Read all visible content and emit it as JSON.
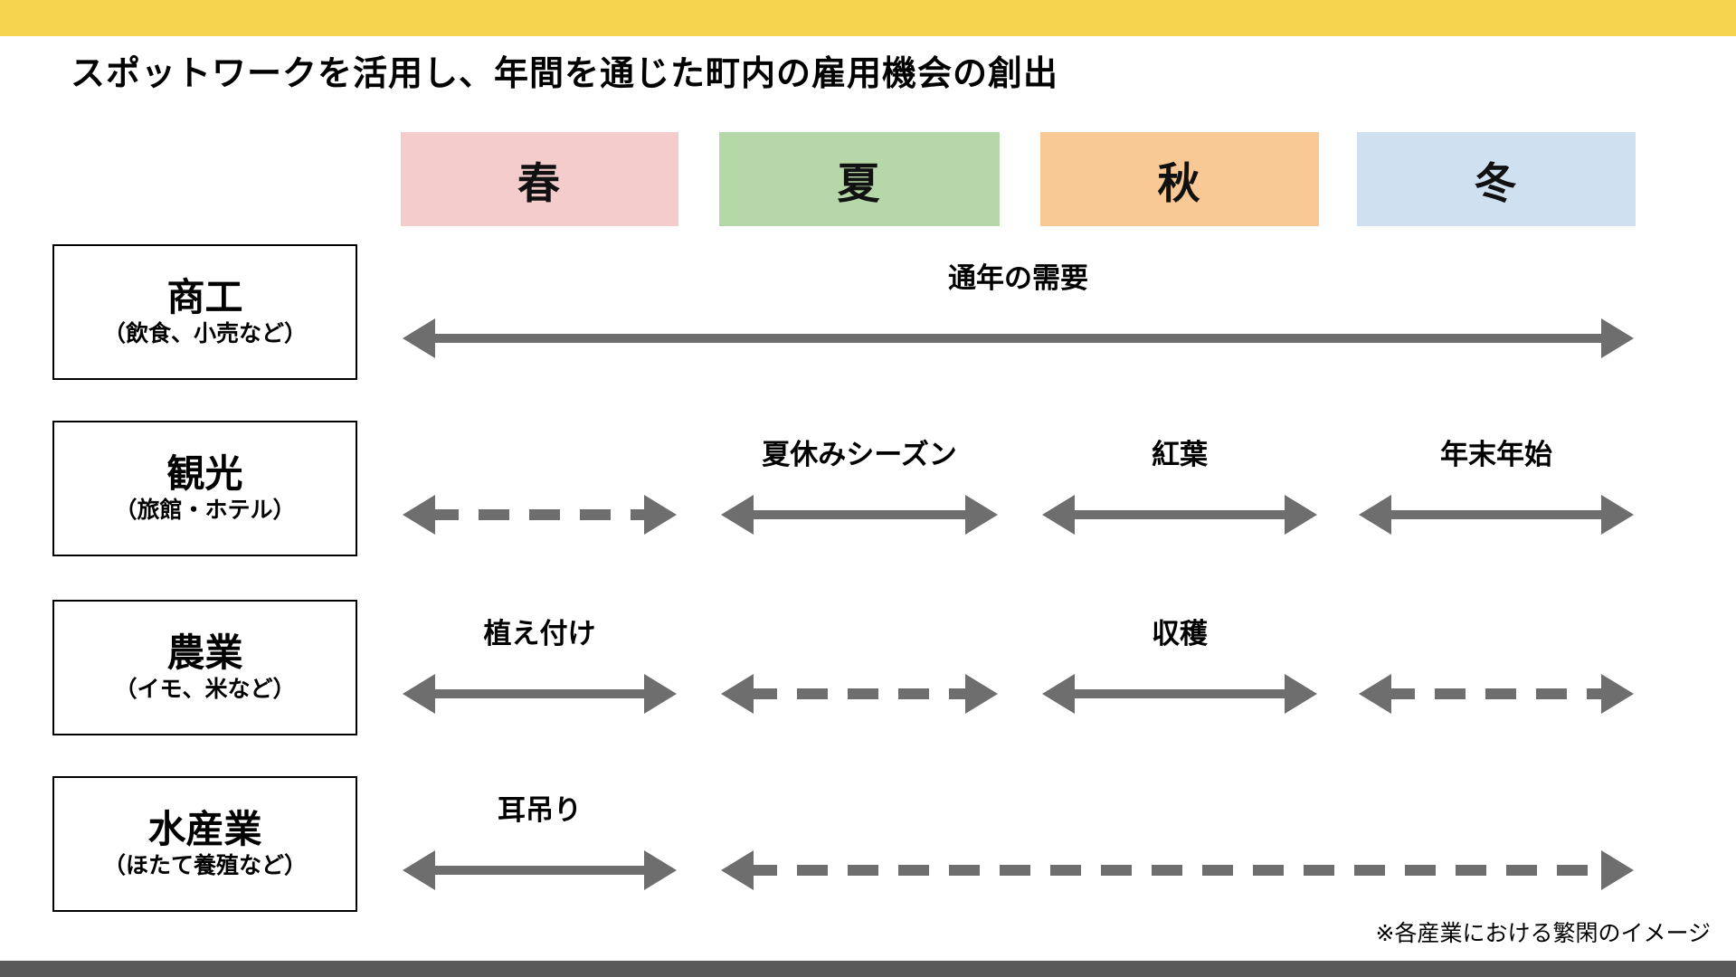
{
  "page": {
    "title": "スポットワークを活用し、年間を通じた町内の雇用機会の創出",
    "footnote": "※各産業における繁閑のイメージ",
    "colors": {
      "accent_bar": "#F6D44F",
      "footer_bar": "#595959",
      "arrow": "#6E6E6E",
      "background": "#FFFFFF"
    }
  },
  "seasons": [
    {
      "key": "spring",
      "label": "春",
      "color": "#F4CCCC"
    },
    {
      "key": "summer",
      "label": "夏",
      "color": "#B6D7A8"
    },
    {
      "key": "autumn",
      "label": "秋",
      "color": "#F8C995"
    },
    {
      "key": "winter",
      "label": "冬",
      "color": "#CFE0F1"
    }
  ],
  "rows": [
    {
      "key": "commerce",
      "industry": "商工",
      "industry_note": "（飲食、小売など）",
      "spans": [
        {
          "season_start": 0,
          "season_end": 3,
          "style": "solid",
          "label": "通年の需要"
        }
      ]
    },
    {
      "key": "tourism",
      "industry": "観光",
      "industry_note": "（旅館・ホテル）",
      "spans": [
        {
          "season_start": 0,
          "season_end": 0,
          "style": "dashed",
          "label": ""
        },
        {
          "season_start": 1,
          "season_end": 1,
          "style": "solid",
          "label": "夏休みシーズン"
        },
        {
          "season_start": 2,
          "season_end": 2,
          "style": "solid",
          "label": "紅葉"
        },
        {
          "season_start": 3,
          "season_end": 3,
          "style": "solid",
          "label": "年末年始"
        }
      ]
    },
    {
      "key": "agriculture",
      "industry": "農業",
      "industry_note": "（イモ、米など）",
      "spans": [
        {
          "season_start": 0,
          "season_end": 0,
          "style": "solid",
          "label": "植え付け"
        },
        {
          "season_start": 1,
          "season_end": 1,
          "style": "dashed",
          "label": ""
        },
        {
          "season_start": 2,
          "season_end": 2,
          "style": "solid",
          "label": "収穫"
        },
        {
          "season_start": 3,
          "season_end": 3,
          "style": "dashed",
          "label": ""
        }
      ]
    },
    {
      "key": "fishery",
      "industry": "水産業",
      "industry_note": "（ほたて養殖など）",
      "spans": [
        {
          "season_start": 0,
          "season_end": 0,
          "style": "solid",
          "label": "耳吊り"
        },
        {
          "season_start": 1,
          "season_end": 3,
          "style": "dashed",
          "label": ""
        }
      ]
    }
  ]
}
